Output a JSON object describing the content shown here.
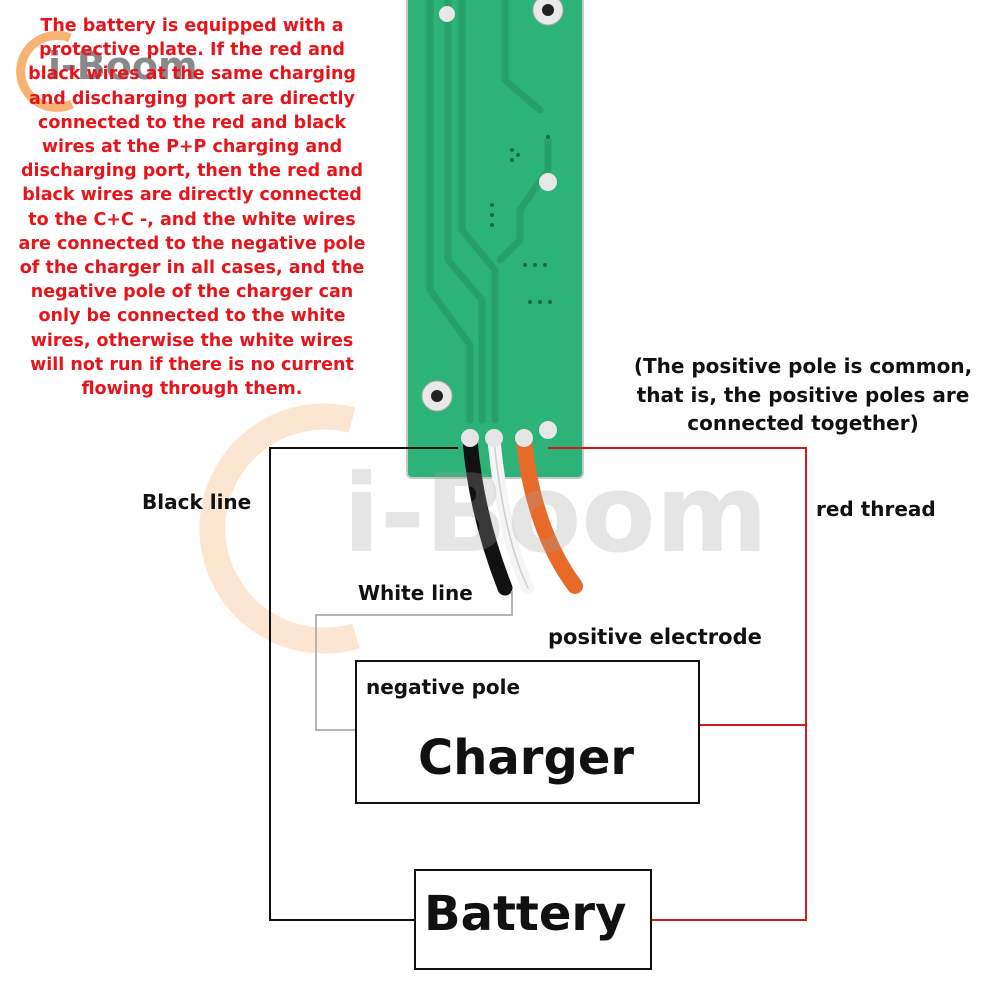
{
  "watermark": {
    "brand": "i-Boom"
  },
  "notes": {
    "protective_plate": "The battery is equipped with a protective plate. If the red and black wires at the same charging and discharging port are directly connected to the red and black wires at the P+P charging and discharging port, then the red and black wires are directly connected to the C+C -, and the white wires are connected to the negative pole of the charger in all cases, and the negative pole of the charger can only be connected to the white wires, otherwise the white wires will not run if there is no current flowing through them.",
    "common_positive": "(The positive pole is common, that is, the positive poles are connected together)"
  },
  "labels": {
    "black_line": "Black line",
    "white_line": "White line",
    "red_thread": "red thread",
    "positive_electrode": "positive electrode",
    "negative_pole": "negative pole"
  },
  "charger": {
    "title": "Charger"
  },
  "battery": {
    "title": "Battery"
  },
  "colors": {
    "annotation_text": "#e8141c",
    "pcb_green": "#2db37a",
    "red_wire": "#d41a1a",
    "orange_cable": "#e86a2a",
    "black_wire": "#111111",
    "white_wire": "#b5b5b5",
    "watermark_orange": "#f6a65a"
  }
}
